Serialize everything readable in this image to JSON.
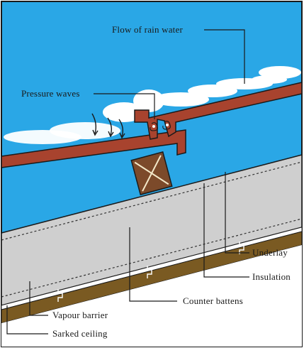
{
  "diagram": {
    "labels": {
      "flow_of_rain_water": "Flow of rain water",
      "pressure_waves": "Pressure waves",
      "underlay": "Underlay",
      "insulation": "Insulation",
      "counter_battens": "Counter battens",
      "vapour_barrier": "Vapour barrier",
      "sarked_ceiling": "Sarked ceiling"
    },
    "colors": {
      "sky": "#2aa7e6",
      "tile": "#a8432e",
      "insulation": "#cfcfcf",
      "timber": "#7a5a22",
      "batten": "#7c4a2a",
      "line": "#1a1a1a",
      "cloud": "#ffffff"
    }
  }
}
